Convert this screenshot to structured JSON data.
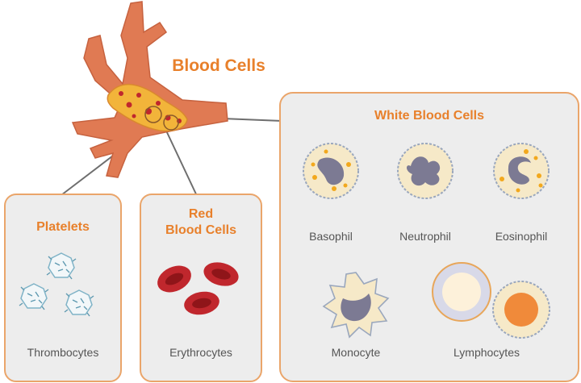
{
  "title": "Blood Cells",
  "colors": {
    "accent": "#e8802b",
    "vessel": "#e07a53",
    "panel_bg": "#ededed",
    "panel_border": "#eaa56a",
    "red_cell": "#c0272d",
    "nucleus": "#7c7a93",
    "platelet": "#7fb3c7"
  },
  "panels": {
    "platelets": {
      "title": "Platelets",
      "cell": "Thrombocytes"
    },
    "red": {
      "title_line1": "Red",
      "title_line2": "Blood Cells",
      "cell": "Erythrocytes"
    },
    "white": {
      "title": "White Blood Cells",
      "cells": {
        "basophil": "Basophil",
        "neutrophil": "Neutrophil",
        "eosinophil": "Eosinophil",
        "monocyte": "Monocyte",
        "lymphocytes": "Lymphocytes"
      }
    }
  }
}
